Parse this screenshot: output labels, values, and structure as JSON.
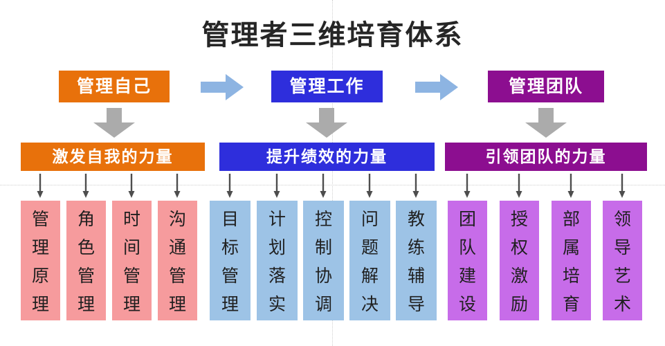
{
  "title": "管理者三维培育体系",
  "colors": {
    "orange": "#E8710B",
    "blue": "#2E2EDC",
    "purple": "#8C0E90",
    "pink": "#F69B9D",
    "light_blue": "#9DC3E6",
    "violet": "#C76CE9",
    "arrow_blue": "#8DB4E2",
    "arrow_gray": "#ABABAB",
    "small_arrow": "#4D4D4D",
    "title_text": "#262626"
  },
  "columns": [
    {
      "header": "管理自己",
      "subheader": "激发自我的力量",
      "items": [
        "管理原理",
        "角色管理",
        "时间管理",
        "沟通管理"
      ]
    },
    {
      "header": "管理工作",
      "subheader": "提升绩效的力量",
      "items": [
        "目标管理",
        "计划落实",
        "控制协调",
        "问题解决",
        "教练辅导"
      ]
    },
    {
      "header": "管理团队",
      "subheader": "引领团队的力量",
      "items": [
        "团队建设",
        "授权激励",
        "部属培育",
        "领导艺术"
      ]
    }
  ]
}
